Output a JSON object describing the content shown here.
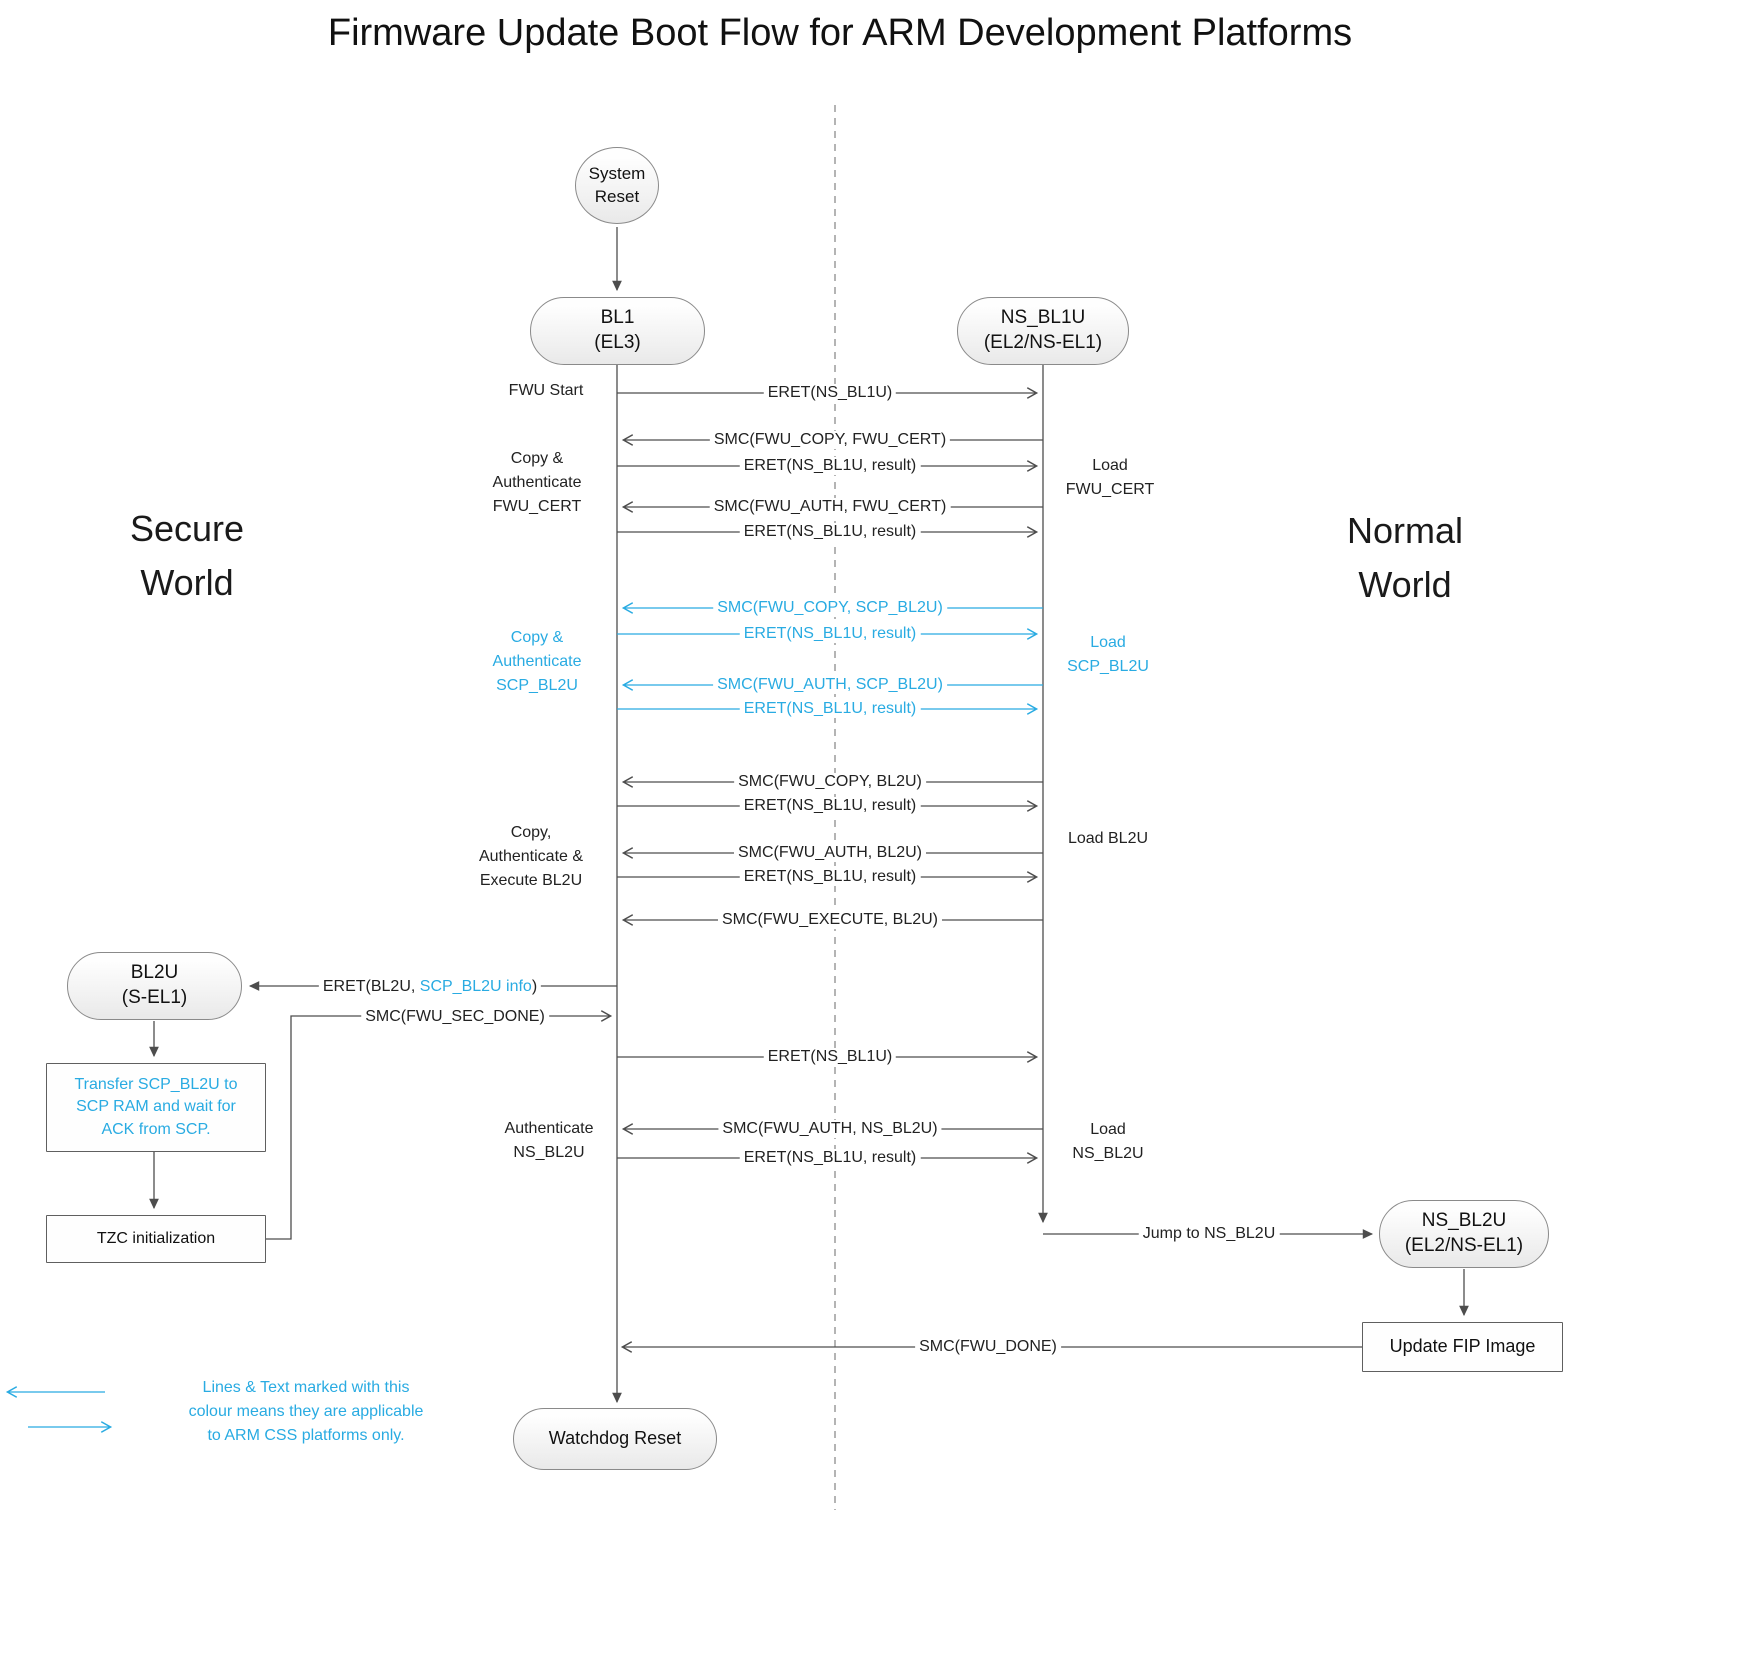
{
  "title": "Firmware Update Boot Flow for ARM Development Platforms",
  "colors": {
    "accent": "#29ABE2",
    "line": "#4d4d4d"
  },
  "worlds": {
    "secure": "Secure\nWorld",
    "normal": "Normal\nWorld"
  },
  "nodes": {
    "system_reset": "System\nReset",
    "bl1": "BL1\n(EL3)",
    "ns_bl1u": "NS_BL1U\n(EL2/NS-EL1)",
    "bl2u": "BL2U\n(S-EL1)",
    "ns_bl2u": "NS_BL2U\n(EL2/NS-EL1)",
    "transfer_scp": "Transfer SCP_BL2U to\nSCP RAM and wait for\nACK from SCP.",
    "tzc_init": "TZC initialization",
    "update_fip": "Update FIP Image",
    "watchdog_reset": "Watchdog Reset"
  },
  "left_annotations": [
    "FWU Start",
    "Copy &\nAuthenticate\nFWU_CERT",
    "Copy &\nAuthenticate\nSCP_BL2U",
    "Copy,\nAuthenticate &\nExecute BL2U",
    "Authenticate\nNS_BL2U"
  ],
  "right_annotations": [
    "Load\nFWU_CERT",
    "Load\nSCP_BL2U",
    "Load BL2U",
    "Load\nNS_BL2U"
  ],
  "messages": [
    {
      "label": "ERET(NS_BL1U)",
      "direction": "right",
      "arm_css_only": false
    },
    {
      "label": "SMC(FWU_COPY, FWU_CERT)",
      "direction": "left",
      "arm_css_only": false
    },
    {
      "label": "ERET(NS_BL1U, result)",
      "direction": "right",
      "arm_css_only": false
    },
    {
      "label": "SMC(FWU_AUTH, FWU_CERT)",
      "direction": "left",
      "arm_css_only": false
    },
    {
      "label": "ERET(NS_BL1U, result)",
      "direction": "right",
      "arm_css_only": false
    },
    {
      "label": "SMC(FWU_COPY, SCP_BL2U)",
      "direction": "left",
      "arm_css_only": true
    },
    {
      "label": "ERET(NS_BL1U, result)",
      "direction": "right",
      "arm_css_only": true
    },
    {
      "label": "SMC(FWU_AUTH, SCP_BL2U)",
      "direction": "left",
      "arm_css_only": true
    },
    {
      "label": "ERET(NS_BL1U, result)",
      "direction": "right",
      "arm_css_only": true
    },
    {
      "label": "SMC(FWU_COPY, BL2U)",
      "direction": "left",
      "arm_css_only": false
    },
    {
      "label": "ERET(NS_BL1U, result)",
      "direction": "right",
      "arm_css_only": false
    },
    {
      "label": "SMC(FWU_AUTH, BL2U)",
      "direction": "left",
      "arm_css_only": false
    },
    {
      "label": "ERET(NS_BL1U, result)",
      "direction": "right",
      "arm_css_only": false
    },
    {
      "label": "SMC(FWU_EXECUTE, BL2U)",
      "direction": "left",
      "arm_css_only": false
    },
    {
      "label": "ERET(NS_BL1U)",
      "direction": "right",
      "arm_css_only": false
    },
    {
      "label": "SMC(FWU_AUTH, NS_BL2U)",
      "direction": "left",
      "arm_css_only": false
    },
    {
      "label": "ERET(NS_BL1U, result)",
      "direction": "right",
      "arm_css_only": false
    }
  ],
  "branch_messages": {
    "eret_bl2u_prefix": "ERET(BL2U, ",
    "eret_bl2u_highlight": "SCP_BL2U info",
    "eret_bl2u_suffix": ")",
    "smc_fwu_sec_done": "SMC(FWU_SEC_DONE)",
    "jump_to_ns_bl2u": "Jump to NS_BL2U",
    "smc_fwu_done": "SMC(FWU_DONE)"
  },
  "legend": {
    "text": "Lines & Text marked with this\ncolour means they are applicable\nto ARM CSS platforms only."
  }
}
